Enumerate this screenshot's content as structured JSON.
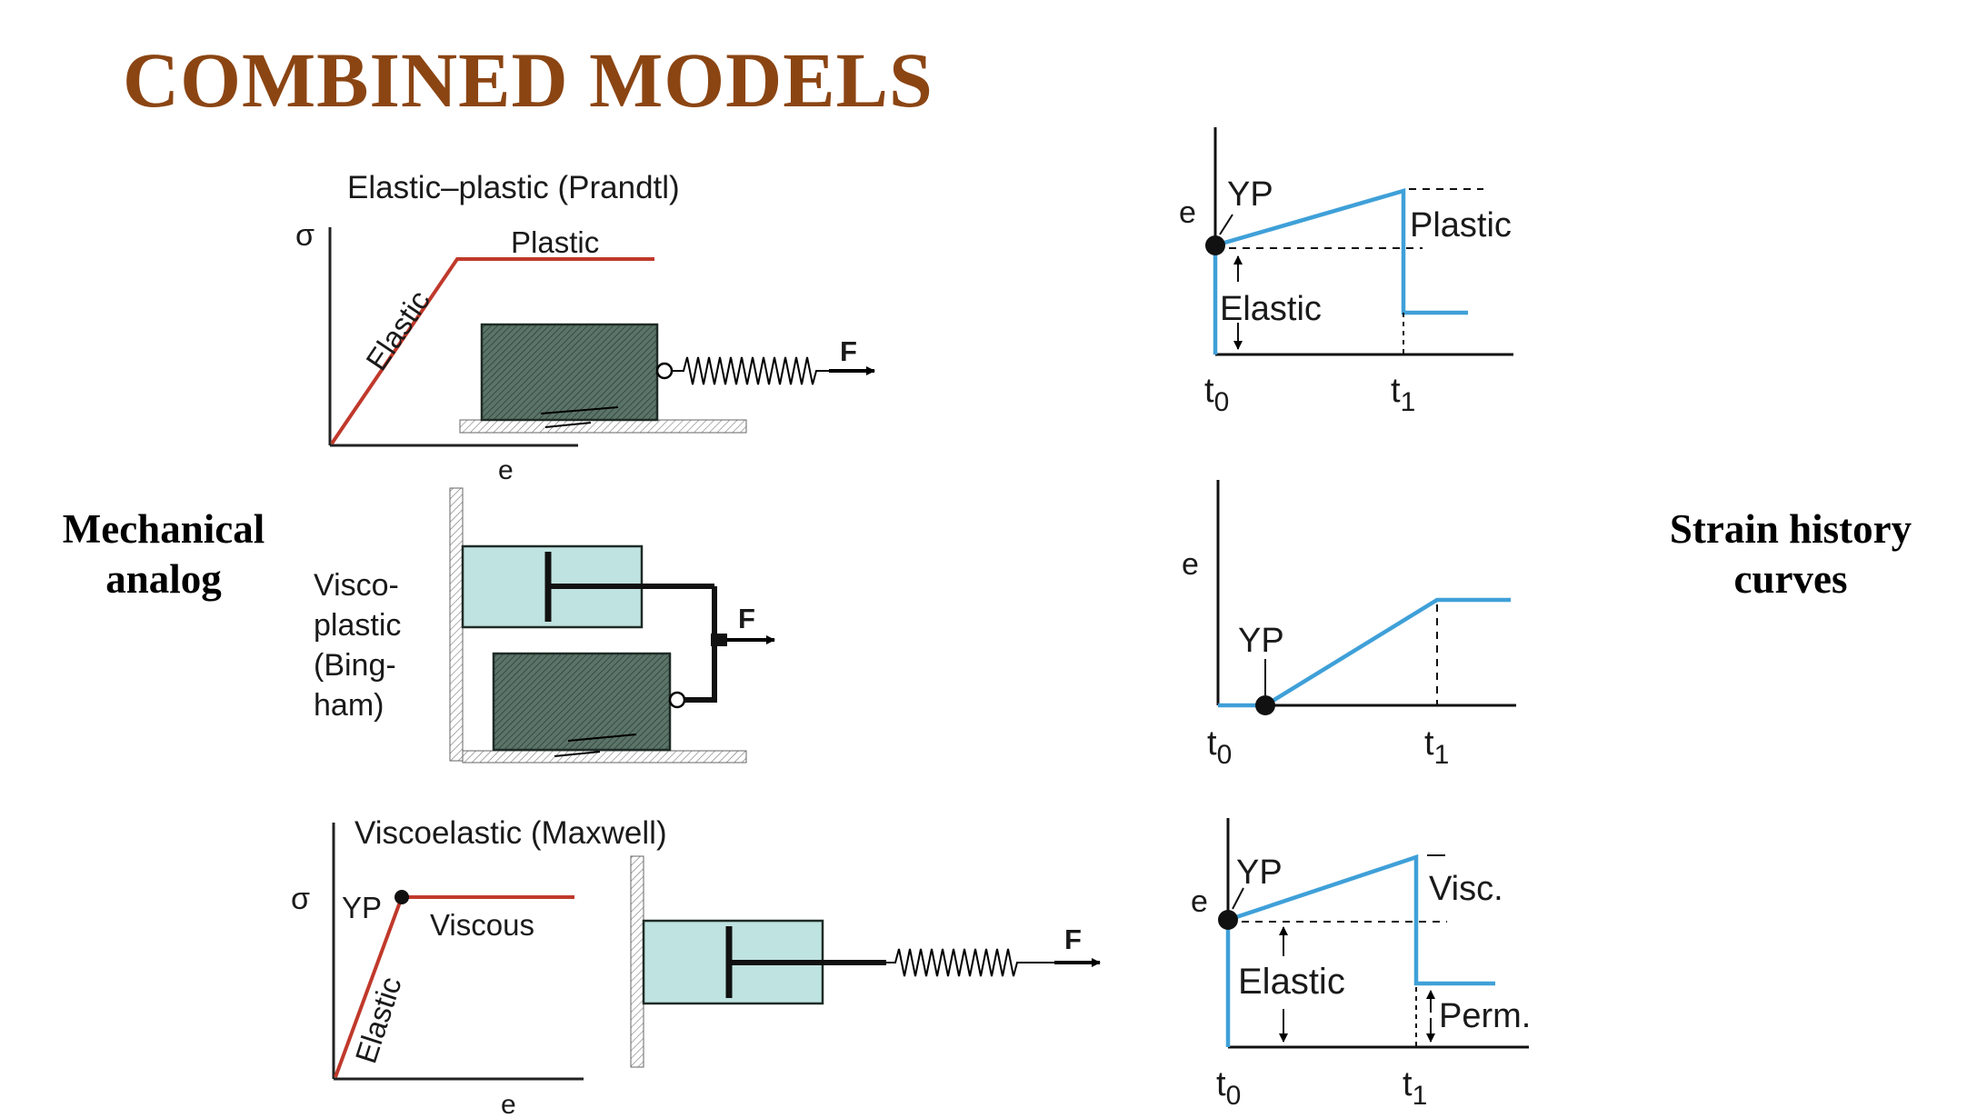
{
  "title": "COMBINED MODELS",
  "left_label": [
    "Mechanical",
    "analog"
  ],
  "right_label": [
    "Strain history",
    "curves"
  ],
  "colors": {
    "title": "#8B4513",
    "stress_curve": "#C0392B",
    "strain_curve": "#3FA0D8",
    "block_fill": "#4F6A60",
    "dashpot_fill": "#BFE3E0"
  },
  "models": {
    "prandtl": {
      "title": "Elastic–plastic (Prandtl)",
      "y_axis": "σ",
      "x_axis": "e",
      "elastic_label": "Elastic",
      "plastic_label": "Plastic",
      "force_label": "F"
    },
    "bingham": {
      "label_lines": [
        "Visco-",
        "plastic",
        "(Bing-",
        "ham)"
      ],
      "force_label": "F"
    },
    "maxwell": {
      "title": "Viscoelastic (Maxwell)",
      "y_axis": "σ",
      "x_axis": "e",
      "yp_label": "YP",
      "elastic_label": "Elastic",
      "viscous_label": "Viscous",
      "force_label": "F"
    }
  },
  "strain_curves": {
    "top": {
      "y_axis": "e",
      "yp": "YP",
      "plastic": "Plastic",
      "elastic": "Elastic",
      "t0": "t",
      "t0_sub": "0",
      "t1": "t",
      "t1_sub": "1"
    },
    "middle": {
      "y_axis": "e",
      "yp": "YP",
      "t0": "t",
      "t0_sub": "0",
      "t1": "t",
      "t1_sub": "1"
    },
    "bottom": {
      "y_axis": "e",
      "yp": "YP",
      "visc": "Visc.",
      "elastic": "Elastic",
      "perm": "Perm.",
      "t0": "t",
      "t0_sub": "0",
      "t1": "t",
      "t1_sub": "1"
    }
  }
}
